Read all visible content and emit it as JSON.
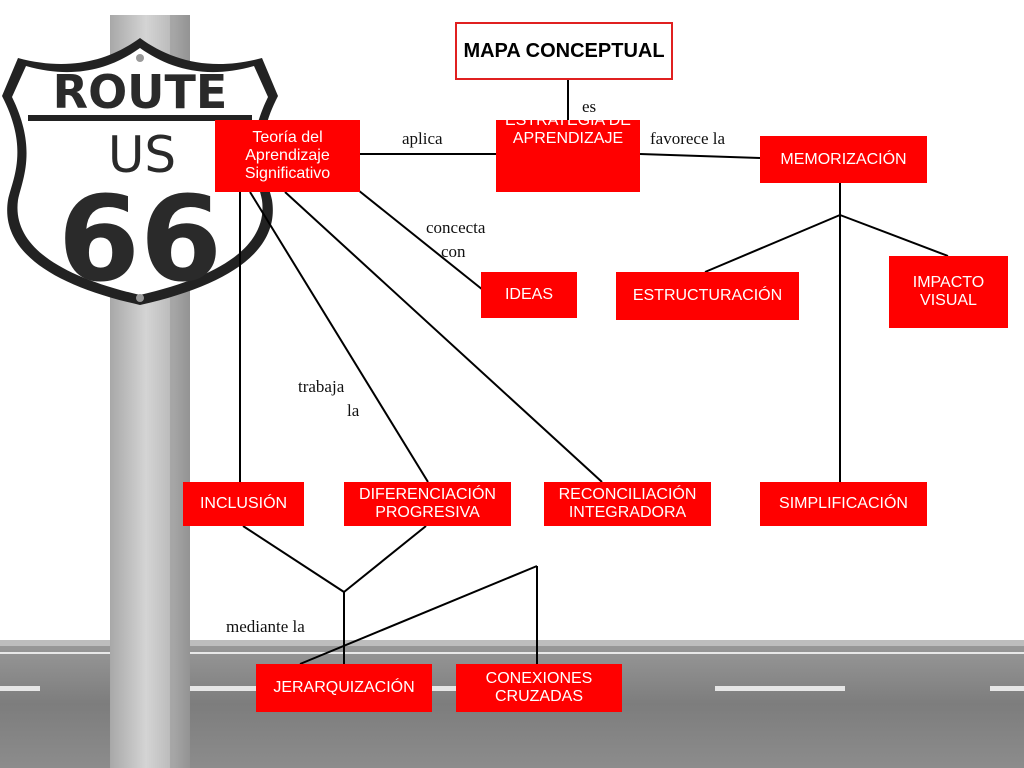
{
  "sign": {
    "line1": "ROUTE",
    "line2": "US",
    "line3": "66"
  },
  "map": {
    "title": "MAPA CONCEPTUAL",
    "nodes": {
      "teoria": "Teoría del Aprendizaje Significativo",
      "estrategia": "ESTRATEGIA DE APRENDIZAJE",
      "memorizacion": "MEMORIZACIÓN",
      "ideas": "IDEAS",
      "estructuracion": "ESTRUCTURACIÓN",
      "impacto": "IMPACTO VISUAL",
      "inclusion": "INCLUSIÓN",
      "diferenciacion": "DIFERENCIACIÓN PROGRESIVA",
      "reconciliacion": "RECONCILIACIÓN INTEGRADORA",
      "simplificacion": "SIMPLIFICACIÓN",
      "jerarquizacion": "JERARQUIZACIÓN",
      "conexiones": "CONEXIONES CRUZADAS"
    },
    "links": {
      "es": "es",
      "aplica": "aplica",
      "favorece": "favorece la",
      "concecta_1": "concecta",
      "concecta_2": "con",
      "trabaja_1": "trabaja",
      "trabaja_2": "la",
      "mediante": "mediante la"
    }
  },
  "colors": {
    "node_fill": "#ff0000",
    "node_text": "#ffffff",
    "title_border": "#e02020",
    "connector": "#000000"
  }
}
